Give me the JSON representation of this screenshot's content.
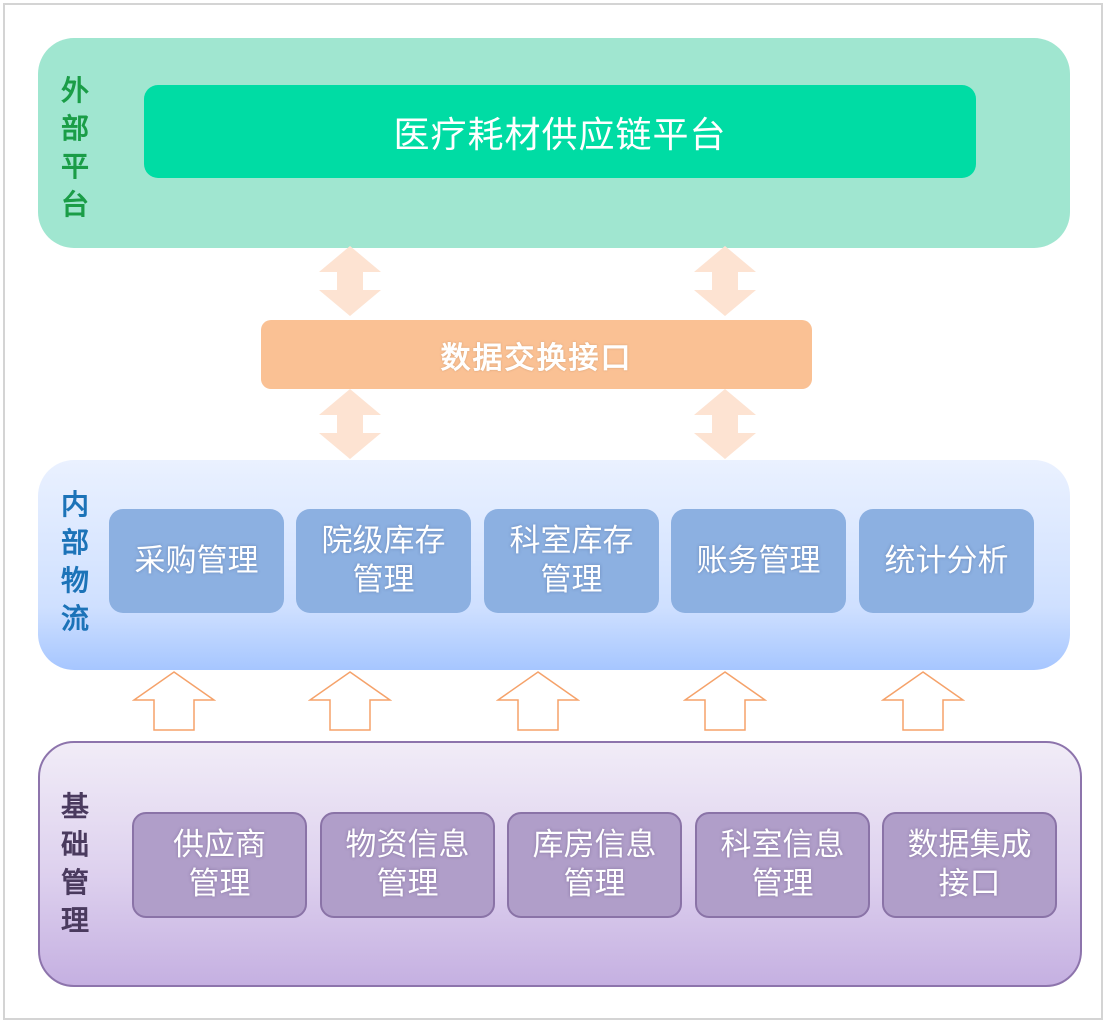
{
  "external": {
    "side_label": [
      "外",
      "部",
      "平",
      "台"
    ],
    "platform": "医疗耗材供应链平台"
  },
  "exchange": "数据交换接口",
  "internal": {
    "side_label": [
      "内",
      "部",
      "物",
      "流"
    ],
    "modules": [
      [
        "采购管理"
      ],
      [
        "院级库存",
        "管理"
      ],
      [
        "科室库存",
        "管理"
      ],
      [
        "账务管理"
      ],
      [
        "统计分析"
      ]
    ]
  },
  "base": {
    "side_label": [
      "基",
      "础",
      "管",
      "理"
    ],
    "modules": [
      [
        "供应商",
        "管理"
      ],
      [
        "物资信息",
        "管理"
      ],
      [
        "库房信息",
        "管理"
      ],
      [
        "科室信息",
        "管理"
      ],
      [
        "数据集成",
        "接口"
      ]
    ]
  },
  "colors": {
    "external_bg": "#a0e6d0",
    "platform": "#00dca4",
    "exchange": "#fac194",
    "internal_module": "#8cb0e1",
    "base_module": "#b09ec9",
    "arrow": "#fde3d2",
    "up_arrow_stroke": "#f5a26a"
  }
}
